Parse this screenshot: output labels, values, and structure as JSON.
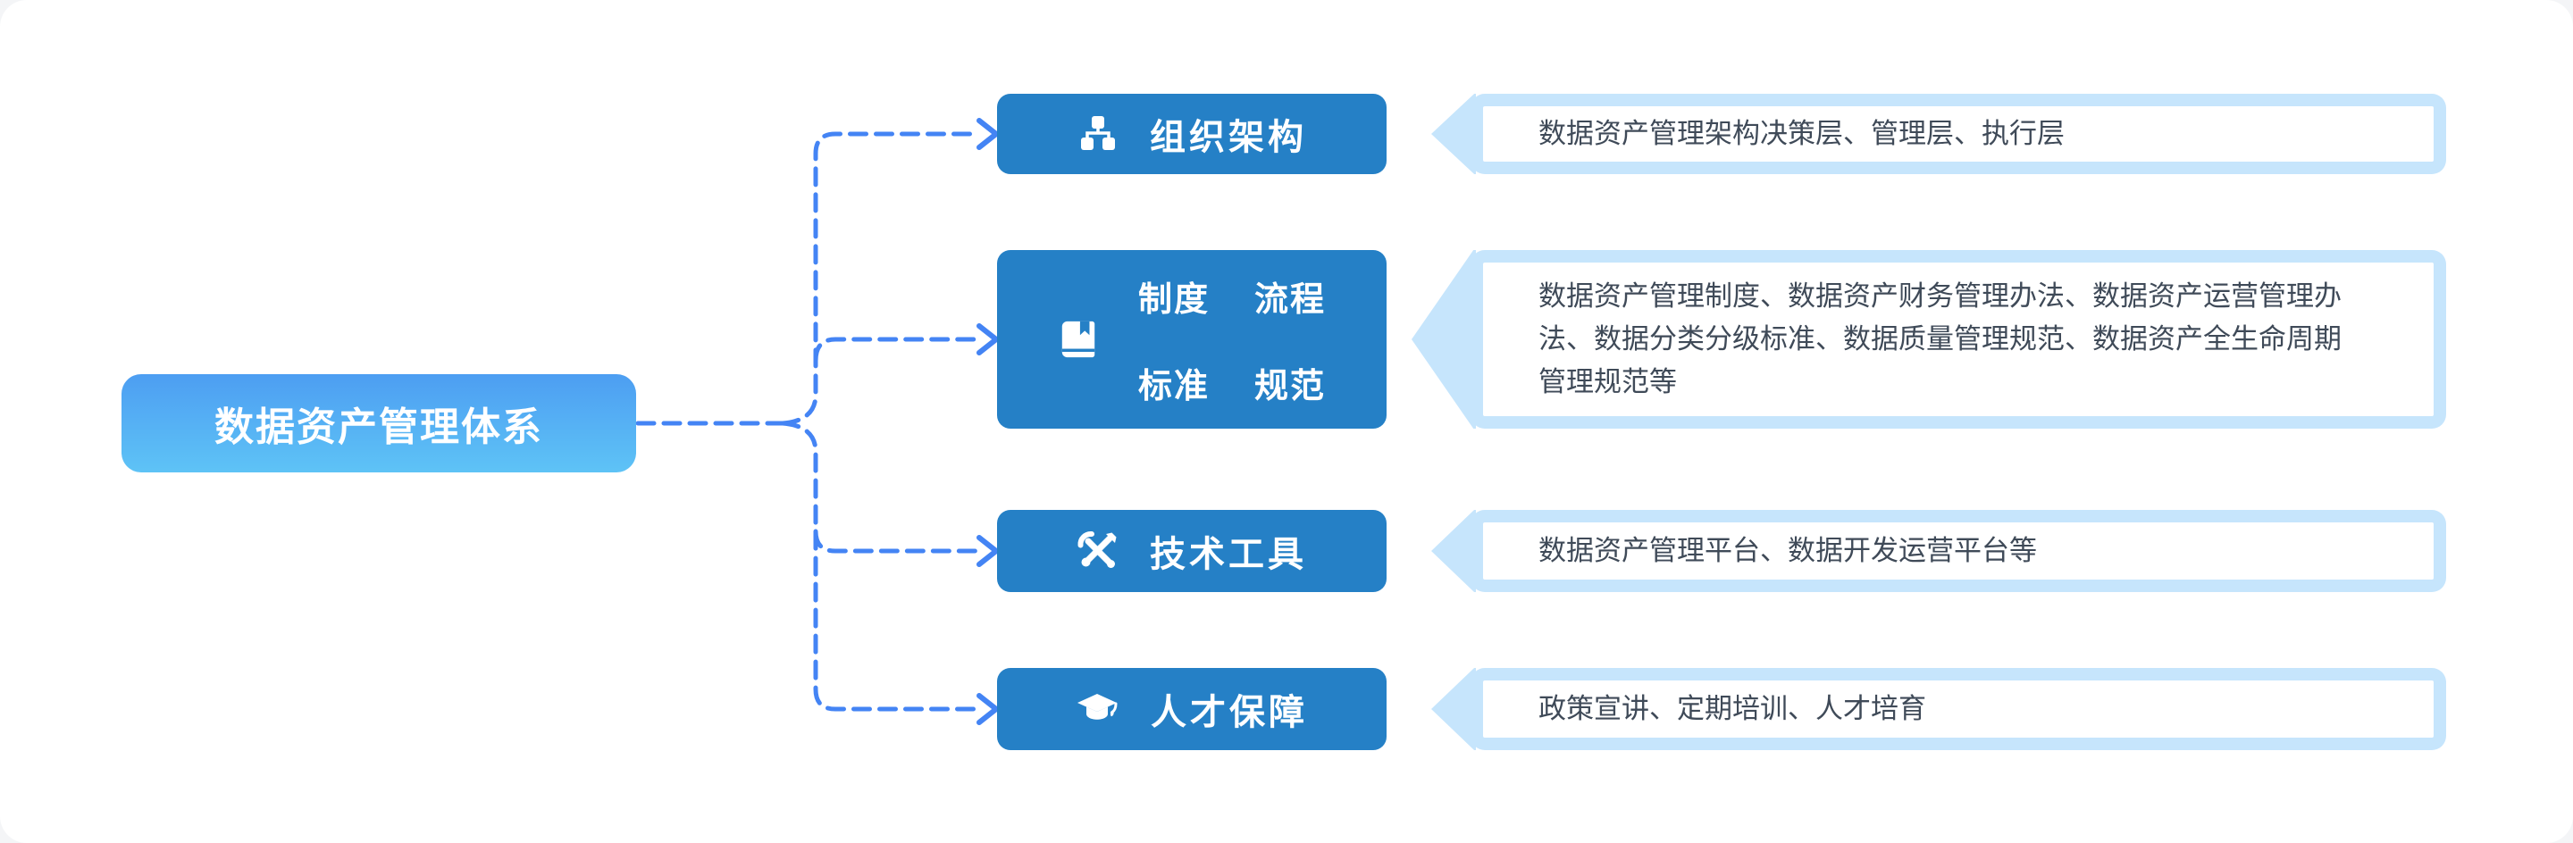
{
  "root": {
    "label": "数据资产管理体系"
  },
  "branches": [
    {
      "icon": "sitemap-icon",
      "label": "组织架构",
      "description": "数据资产管理架构决策层、管理层、执行层"
    },
    {
      "icon": "book-icon",
      "labels": [
        "制度",
        "流程",
        "标准",
        "规范"
      ],
      "description": "数据资产管理制度、数据资产财务管理办法、数据资产运营管理办法、数据分类分级标准、数据质量管理规范、数据资产全生命周期管理规范等"
    },
    {
      "icon": "screwdriver-wrench-icon",
      "label": "技术工具",
      "description": "数据资产管理平台、数据开发运营平台等"
    },
    {
      "icon": "graduation-cap-icon",
      "label": "人才保障",
      "description": "政策宣讲、定期培训、人才培育"
    }
  ],
  "colors": {
    "root-grad-top": "#4D9EF2",
    "root-grad-bottom": "#5EC3F6",
    "branch-blue": "#2580C6",
    "connector-blue": "#4484F4",
    "callout-bg": "#C6E5FC",
    "callout-text": "#3F4A58",
    "node-text": "#FFFFFF"
  }
}
